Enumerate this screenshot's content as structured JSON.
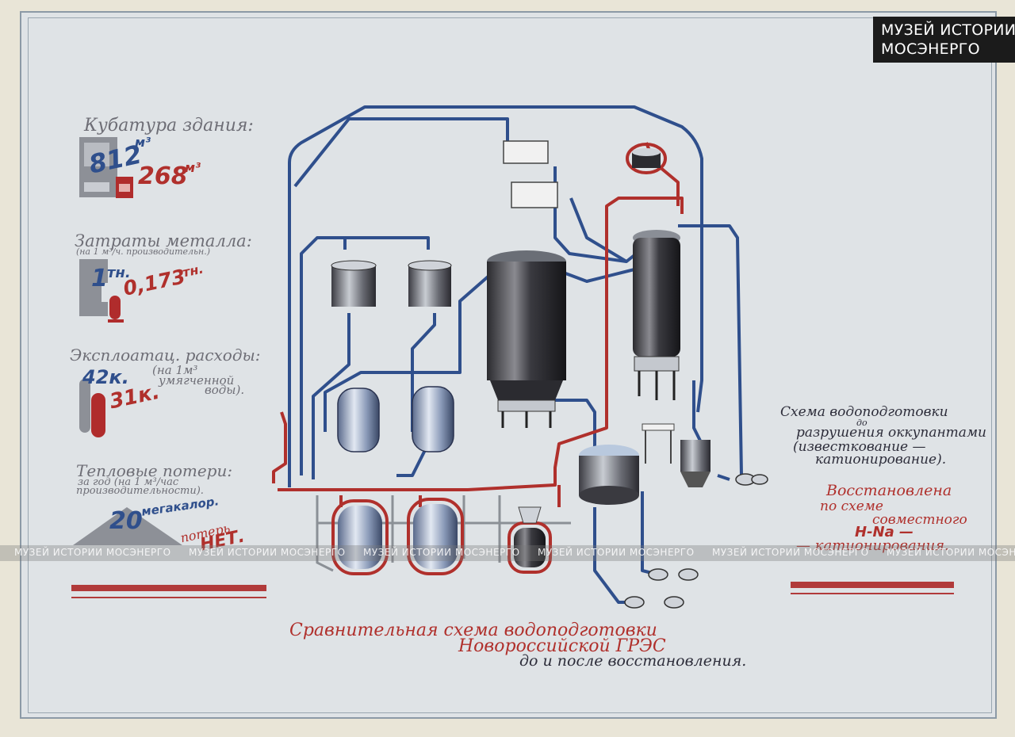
{
  "watermark_logo": {
    "line1": "МУЗЕЙ ИСТОРИИ",
    "line2": "МОСЭНЕРГО"
  },
  "left_panel": {
    "volume": {
      "title": "Кубатура здания:",
      "before_value": "812",
      "before_unit": "м³",
      "after_value": "268",
      "after_unit": "м³"
    },
    "metal": {
      "title": "Затраты металла:",
      "subtitle": "(на 1 м³/ч. производительн.)",
      "before_value": "1",
      "before_unit": "тн.",
      "after_value": "0,173",
      "after_unit": "тн."
    },
    "operating": {
      "title": "Эксплоатац. расходы:",
      "before_value": "42к.",
      "after_value": "31к.",
      "note_line1": "(на 1м³",
      "note_line2": "умягченной",
      "note_line3": "воды)."
    },
    "heat": {
      "title": "Тепловые потери:",
      "subtitle_line1": "за год (на 1 м³/час",
      "subtitle_line2": "производительности).",
      "before_value": "20",
      "before_unit": "мегакалор.",
      "after_label": "потерь",
      "after_value": "НЕТ."
    }
  },
  "right_panel": {
    "scheme_line1": "Схема водоподготовки",
    "scheme_line2": "до",
    "scheme_line3": "разрушения оккупантами",
    "scheme_line4": "(известкование —",
    "scheme_line5": "катионирование).",
    "restored_line1": "Восстановлена",
    "restored_line2": "по схеме",
    "restored_line3": "совместного",
    "restored_line4": "H-Na —",
    "restored_line5": "— катионирования."
  },
  "caption": {
    "line1": "Сравнительная схема водоподготовки",
    "line2": "Новороссийской ГРЭС",
    "line3": "до и после восстановления."
  },
  "watermark_text": "МУЗЕЙ ИСТОРИИ МОСЭНЕРГО",
  "colors": {
    "blue": "#2f4f8c",
    "red": "#b0302c",
    "grey": "#6e6e76",
    "paper": "#dfe3e6"
  }
}
